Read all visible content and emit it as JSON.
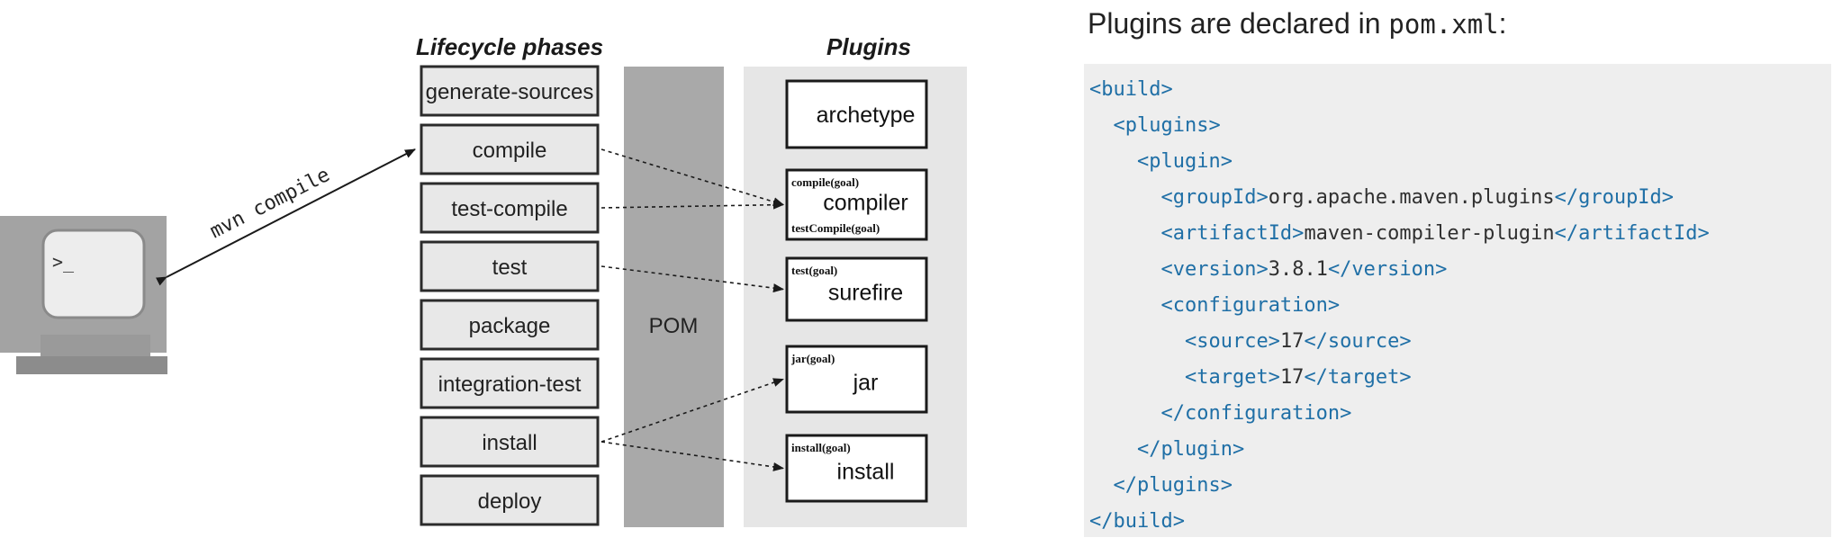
{
  "diagram": {
    "headers": {
      "phases": "Lifecycle phases",
      "plugins": "Plugins"
    },
    "pom_label": "POM",
    "command": "mvn compile",
    "terminal_prompt": ">_",
    "phases": [
      "generate-sources",
      "compile",
      "test-compile",
      "test",
      "package",
      "integration-test",
      "install",
      "deploy"
    ],
    "plugins": [
      {
        "main": "archetype",
        "goals": []
      },
      {
        "main": "compiler",
        "goals": [
          "compile(goal)",
          "testCompile(goal)"
        ]
      },
      {
        "main": "surefire",
        "goals": [
          "test(goal)"
        ]
      },
      {
        "main": "jar",
        "goals": [
          "jar(goal)"
        ]
      },
      {
        "main": "install",
        "goals": [
          "install(goal)"
        ]
      }
    ],
    "mappings": [
      {
        "phase": "compile",
        "plugin": "compiler"
      },
      {
        "phase": "test-compile",
        "plugin": "compiler"
      },
      {
        "phase": "test",
        "plugin": "surefire"
      },
      {
        "phase": "install",
        "plugin": "jar"
      },
      {
        "phase": "install",
        "plugin": "install"
      }
    ]
  },
  "caption": {
    "text": "Plugins are declared in ",
    "code": "pom.xml",
    "suffix": ":"
  },
  "code_lines": [
    {
      "indent": "",
      "parts": [
        {
          "c": "tag",
          "t": "<build>"
        }
      ]
    },
    {
      "indent": "  ",
      "parts": [
        {
          "c": "tag",
          "t": "<plugins>"
        }
      ]
    },
    {
      "indent": "    ",
      "parts": [
        {
          "c": "tag",
          "t": "<plugin>"
        }
      ]
    },
    {
      "indent": "      ",
      "parts": [
        {
          "c": "tag",
          "t": "<groupId>"
        },
        {
          "c": "txt",
          "t": "org.apache.maven.plugins"
        },
        {
          "c": "tag",
          "t": "</groupId>"
        }
      ]
    },
    {
      "indent": "      ",
      "parts": [
        {
          "c": "tag",
          "t": "<artifactId>"
        },
        {
          "c": "txt",
          "t": "maven-compiler-plugin"
        },
        {
          "c": "tag",
          "t": "</artifactId>"
        }
      ]
    },
    {
      "indent": "      ",
      "parts": [
        {
          "c": "tag",
          "t": "<version>"
        },
        {
          "c": "txt",
          "t": "3.8.1"
        },
        {
          "c": "tag",
          "t": "</version>"
        }
      ]
    },
    {
      "indent": "      ",
      "parts": [
        {
          "c": "tag",
          "t": "<configuration>"
        }
      ]
    },
    {
      "indent": "        ",
      "parts": [
        {
          "c": "tag",
          "t": "<source>"
        },
        {
          "c": "txt",
          "t": "17"
        },
        {
          "c": "tag",
          "t": "</source>"
        }
      ]
    },
    {
      "indent": "        ",
      "parts": [
        {
          "c": "tag",
          "t": "<target>"
        },
        {
          "c": "txt",
          "t": "17"
        },
        {
          "c": "tag",
          "t": "</target>"
        }
      ]
    },
    {
      "indent": "      ",
      "parts": [
        {
          "c": "tag",
          "t": "</configuration>"
        }
      ]
    },
    {
      "indent": "    ",
      "parts": [
        {
          "c": "tag",
          "t": "</plugin>"
        }
      ]
    },
    {
      "indent": "  ",
      "parts": [
        {
          "c": "tag",
          "t": "</plugins>"
        }
      ]
    },
    {
      "indent": "",
      "parts": [
        {
          "c": "tag",
          "t": "</build>"
        }
      ]
    }
  ],
  "colors": {
    "tag": "#1f6fa6",
    "text": "#303030",
    "code_bg": "#eeeeee",
    "pom_band": "#a9a9a9",
    "plugins_bg": "#e6e6e6"
  }
}
